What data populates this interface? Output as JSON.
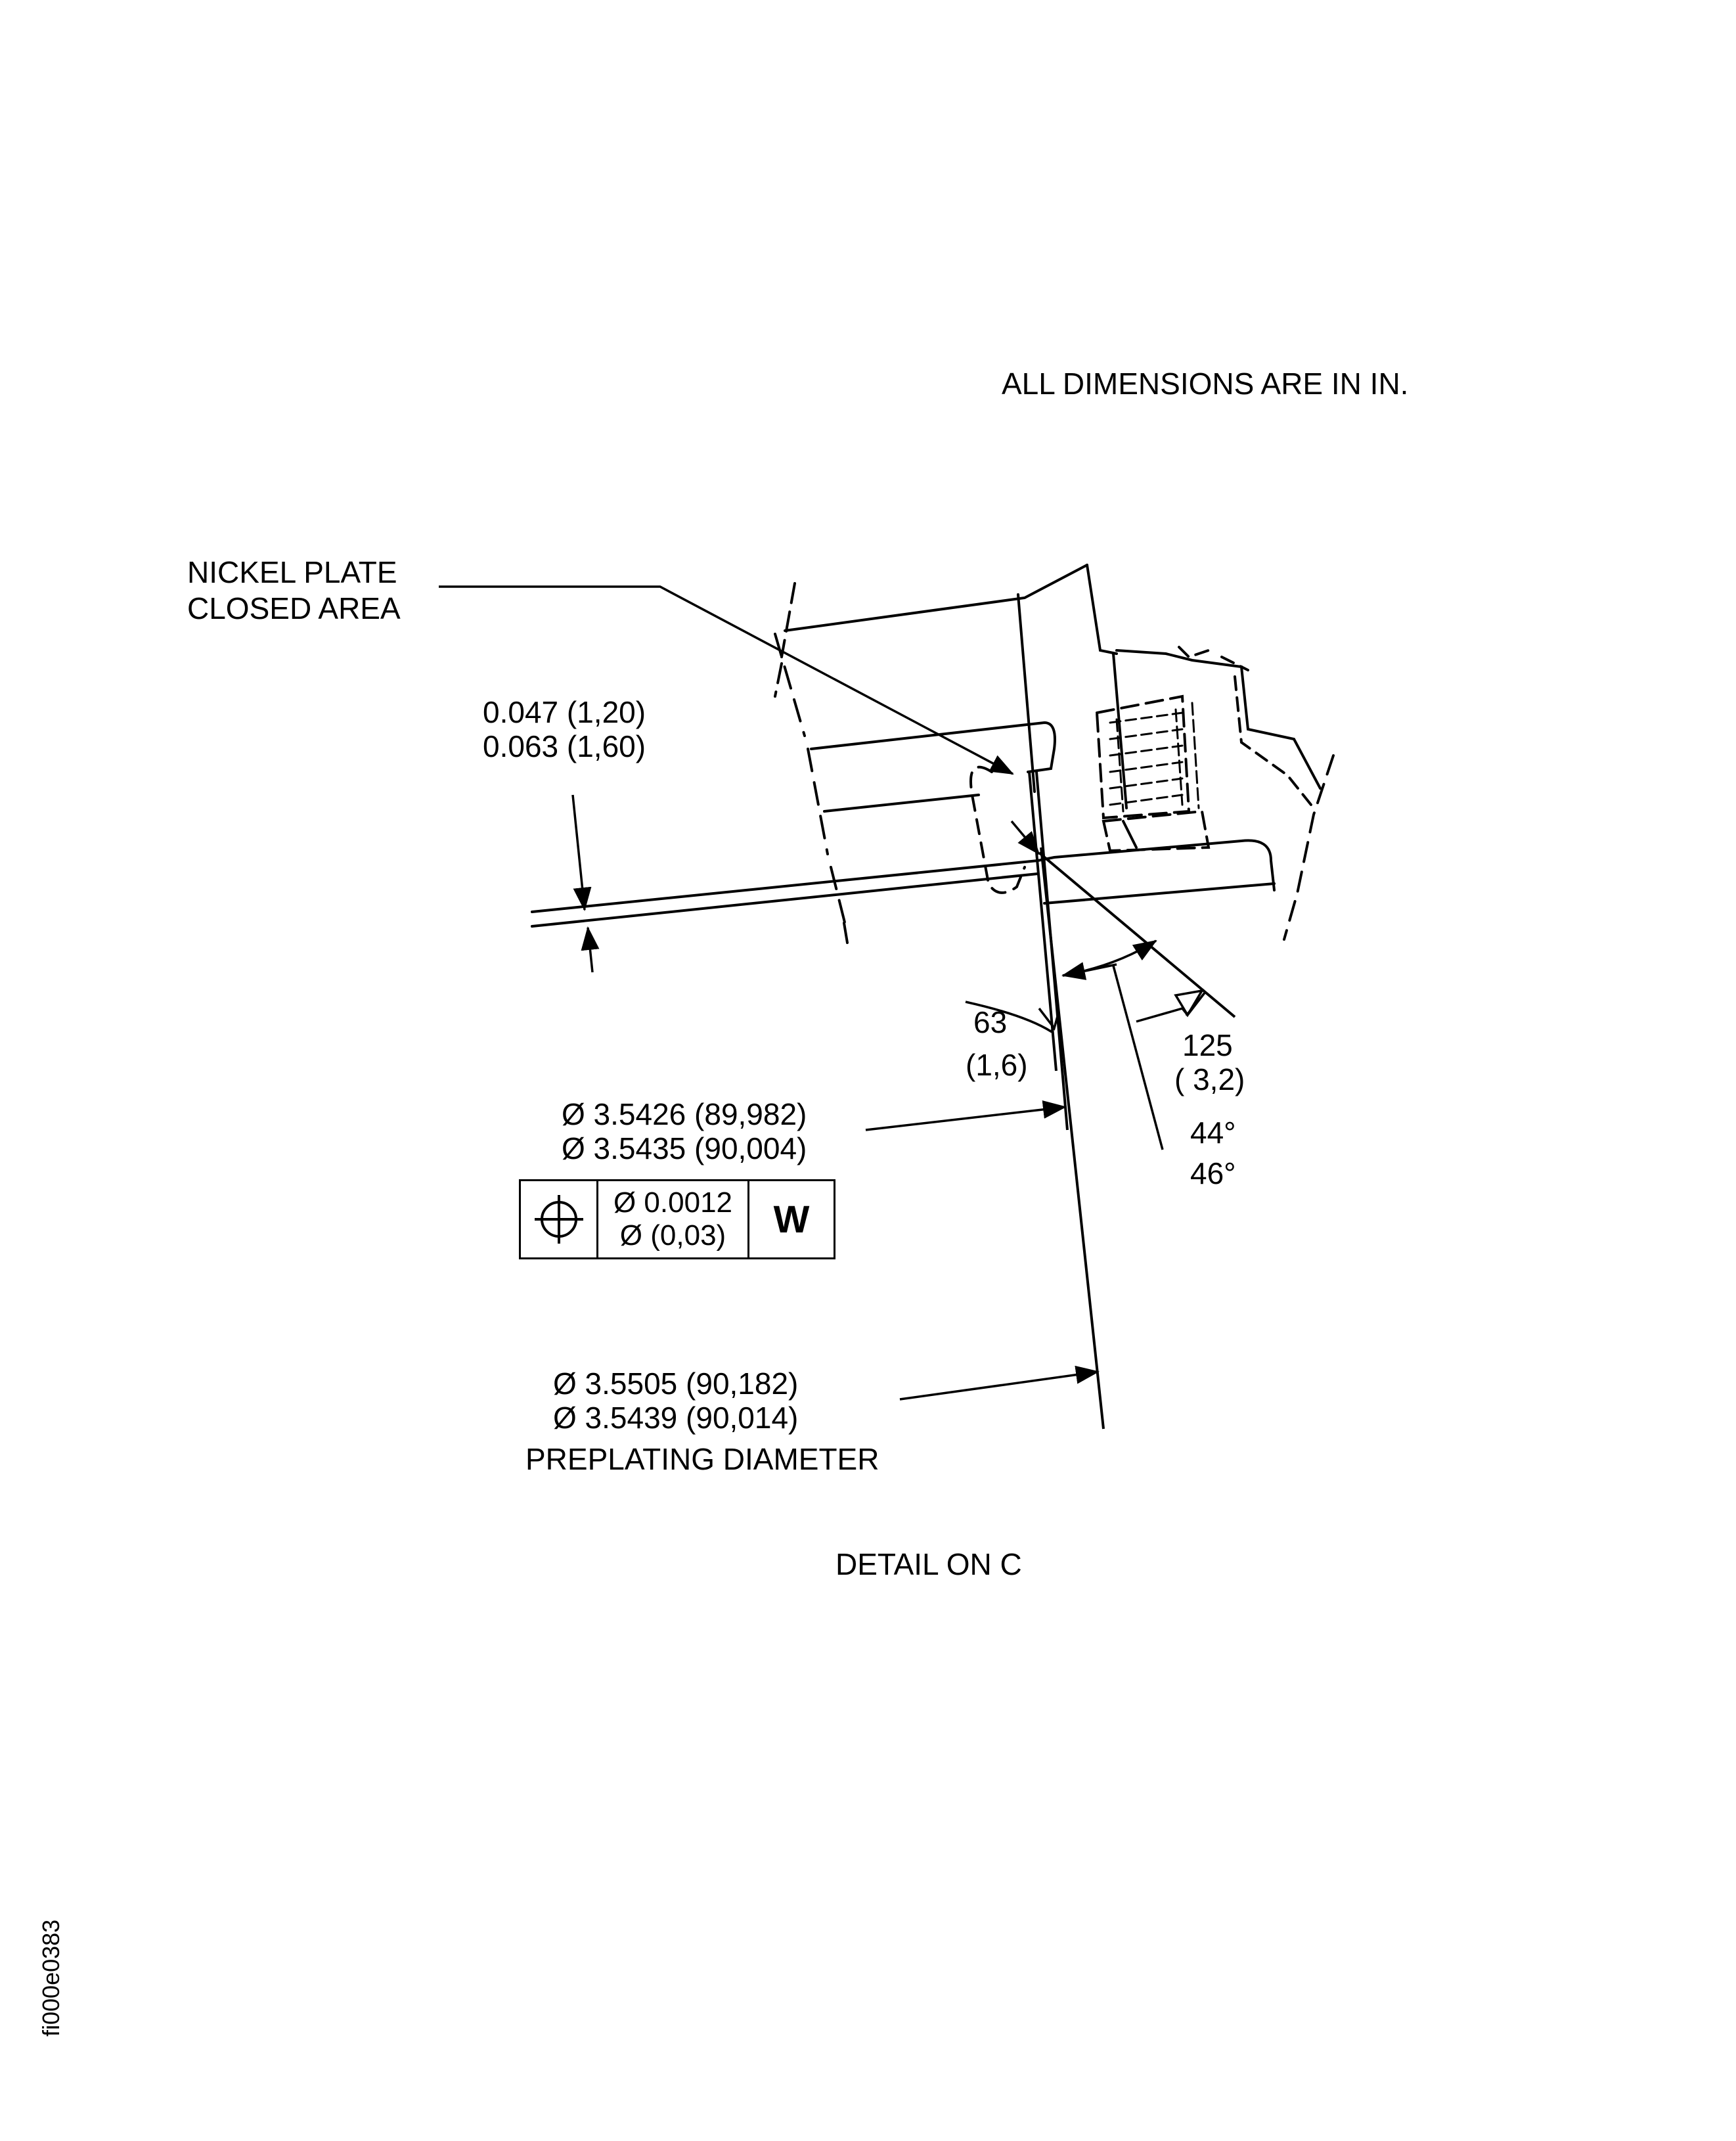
{
  "header": {
    "units_note": "ALL DIMENSIONS ARE IN IN."
  },
  "callouts": {
    "nickel_plate": [
      "NICKEL PLATE",
      "CLOSED AREA"
    ],
    "thickness": [
      "0.047 (1,20)",
      "0.063 (1,60)"
    ],
    "roughness_63": [
      "63",
      "(1,6)"
    ],
    "roughness_125": [
      "125",
      "( 3,2)"
    ],
    "angle": [
      "44°",
      "46°"
    ],
    "diameter_finished": [
      "Ø 3.5426 (89,982)",
      "Ø 3.5435 (90,004)"
    ],
    "tolerance_frame": {
      "symbol": "position-icon",
      "value": [
        "Ø 0.0012",
        "Ø (0,03)"
      ],
      "datum": "W"
    },
    "diameter_preplating": [
      "Ø 3.5505 (90,182)",
      "Ø 3.5439 (90,014)",
      "PREPLATING DIAMETER"
    ]
  },
  "footer": {
    "view_title": "DETAIL ON C",
    "figure_id": "fi000e0383"
  }
}
